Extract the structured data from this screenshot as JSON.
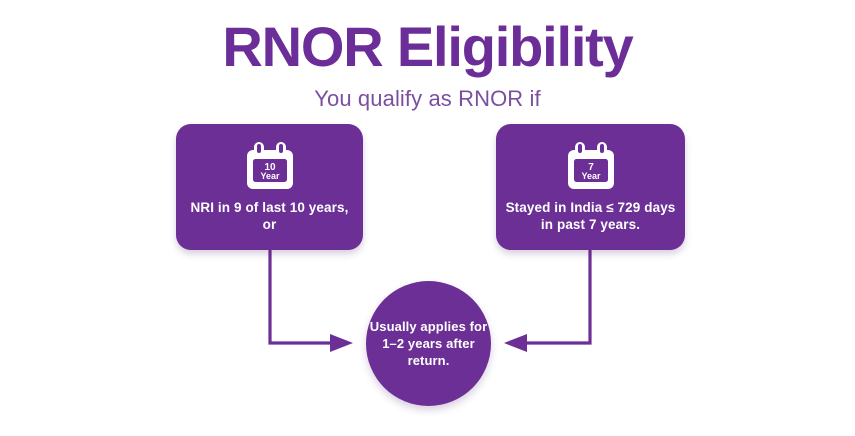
{
  "header": {
    "title": "RNOR Eligibility",
    "subtitle": "You qualify as RNOR if",
    "title_color": "#6b2d98",
    "subtitle_color": "#7b4fa0"
  },
  "theme": {
    "background": "#ffffff",
    "card_purple": "#6b2f96",
    "connector_purple": "#6b2f96",
    "text_on_card": "#ffffff"
  },
  "cards": [
    {
      "id": "card-left",
      "icon": "calendar-icon",
      "icon_number": "10",
      "icon_unit": "Year",
      "text": "NRI in 9 of last 10 years, or"
    },
    {
      "id": "card-right",
      "icon": "calendar-icon",
      "icon_number": "7",
      "icon_unit": "Year",
      "text": "Stayed in India ≤ 729 days in past 7 years."
    }
  ],
  "result": {
    "text": "Usually applies for 1–2 years after return.",
    "shape": "circle"
  },
  "connectors": [
    {
      "id": "connector-left",
      "from": "card-left",
      "to": "result",
      "arrow": "arrow-right-head"
    },
    {
      "id": "connector-right",
      "from": "card-right",
      "to": "result",
      "arrow": "arrow-left-head"
    }
  ]
}
